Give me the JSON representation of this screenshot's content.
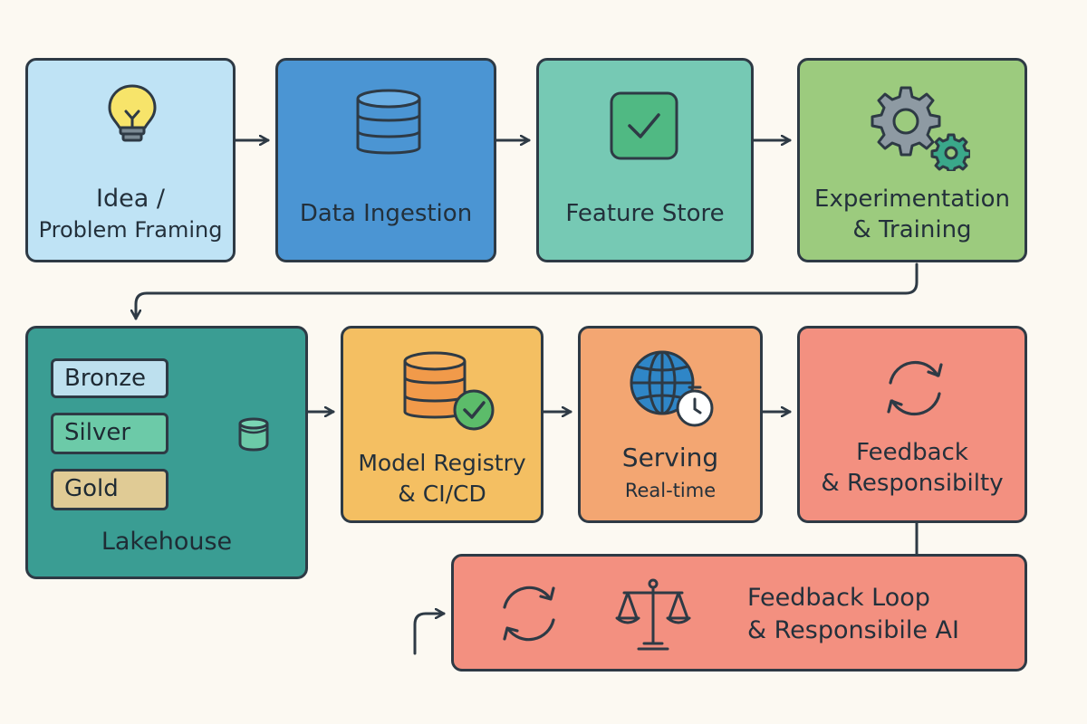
{
  "diagram": {
    "stages": {
      "idea": {
        "line1": "Idea /",
        "line2": "Problem Framing",
        "icon": "lightbulb-icon",
        "color": "#bfe3f5"
      },
      "ingestion": {
        "line1": "Data Ingestion",
        "icon": "database-icon",
        "color": "#4b95d3"
      },
      "feature_store": {
        "line1": "Feature Store",
        "icon": "checkbox-icon",
        "color": "#76c9b4"
      },
      "training": {
        "line1": "Experimentation",
        "line2": "& Training",
        "icon": "gears-icon",
        "color": "#9ccb7e"
      },
      "lakehouse": {
        "label": "Lakehouse",
        "color": "#3a9d93",
        "tiers": [
          {
            "name": "Bronze",
            "color": "#bde0ee"
          },
          {
            "name": "Silver",
            "color": "#6ccaa8"
          },
          {
            "name": "Gold",
            "color": "#e0cb95"
          }
        ],
        "icon": "storage-bucket-icon"
      },
      "registry": {
        "line1": "Model Registry",
        "line2": "& CI/CD",
        "icon": "database-check-icon",
        "color": "#f4bf62"
      },
      "serving": {
        "line1": "Serving",
        "line2": "Real-time",
        "icon": "globe-clock-icon",
        "color": "#f3a672"
      },
      "feedback": {
        "line1": "Feedback",
        "line2": "& Responsibilty",
        "icon": "refresh-icon",
        "color": "#f39080"
      },
      "feedback_loop": {
        "line1": "Feedback Loop",
        "line2": "& Responsibile AI",
        "icon_left": "cycle-icon",
        "icon_right": "scales-icon",
        "color": "#f39080"
      }
    }
  }
}
